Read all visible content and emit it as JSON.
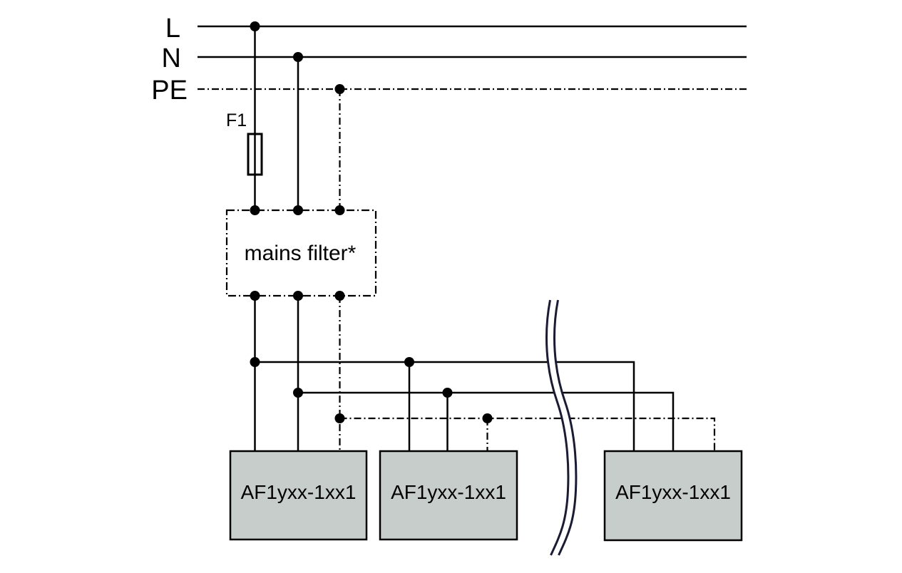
{
  "diagram": {
    "rails": {
      "l_label": "L",
      "n_label": "N",
      "pe_label": "PE"
    },
    "fuse": {
      "label": "F1"
    },
    "filter": {
      "label": "mains filter*"
    },
    "devices": [
      {
        "label": "AF1yxx-1xx1"
      },
      {
        "label": "AF1yxx-1xx1"
      },
      {
        "label": "AF1yxx-1xx1"
      }
    ],
    "colors": {
      "line": "#000000",
      "device_fill": "#c7cdcb",
      "device_border": "#000000",
      "break_mark": "#1b1b33",
      "background": "#ffffff"
    }
  }
}
